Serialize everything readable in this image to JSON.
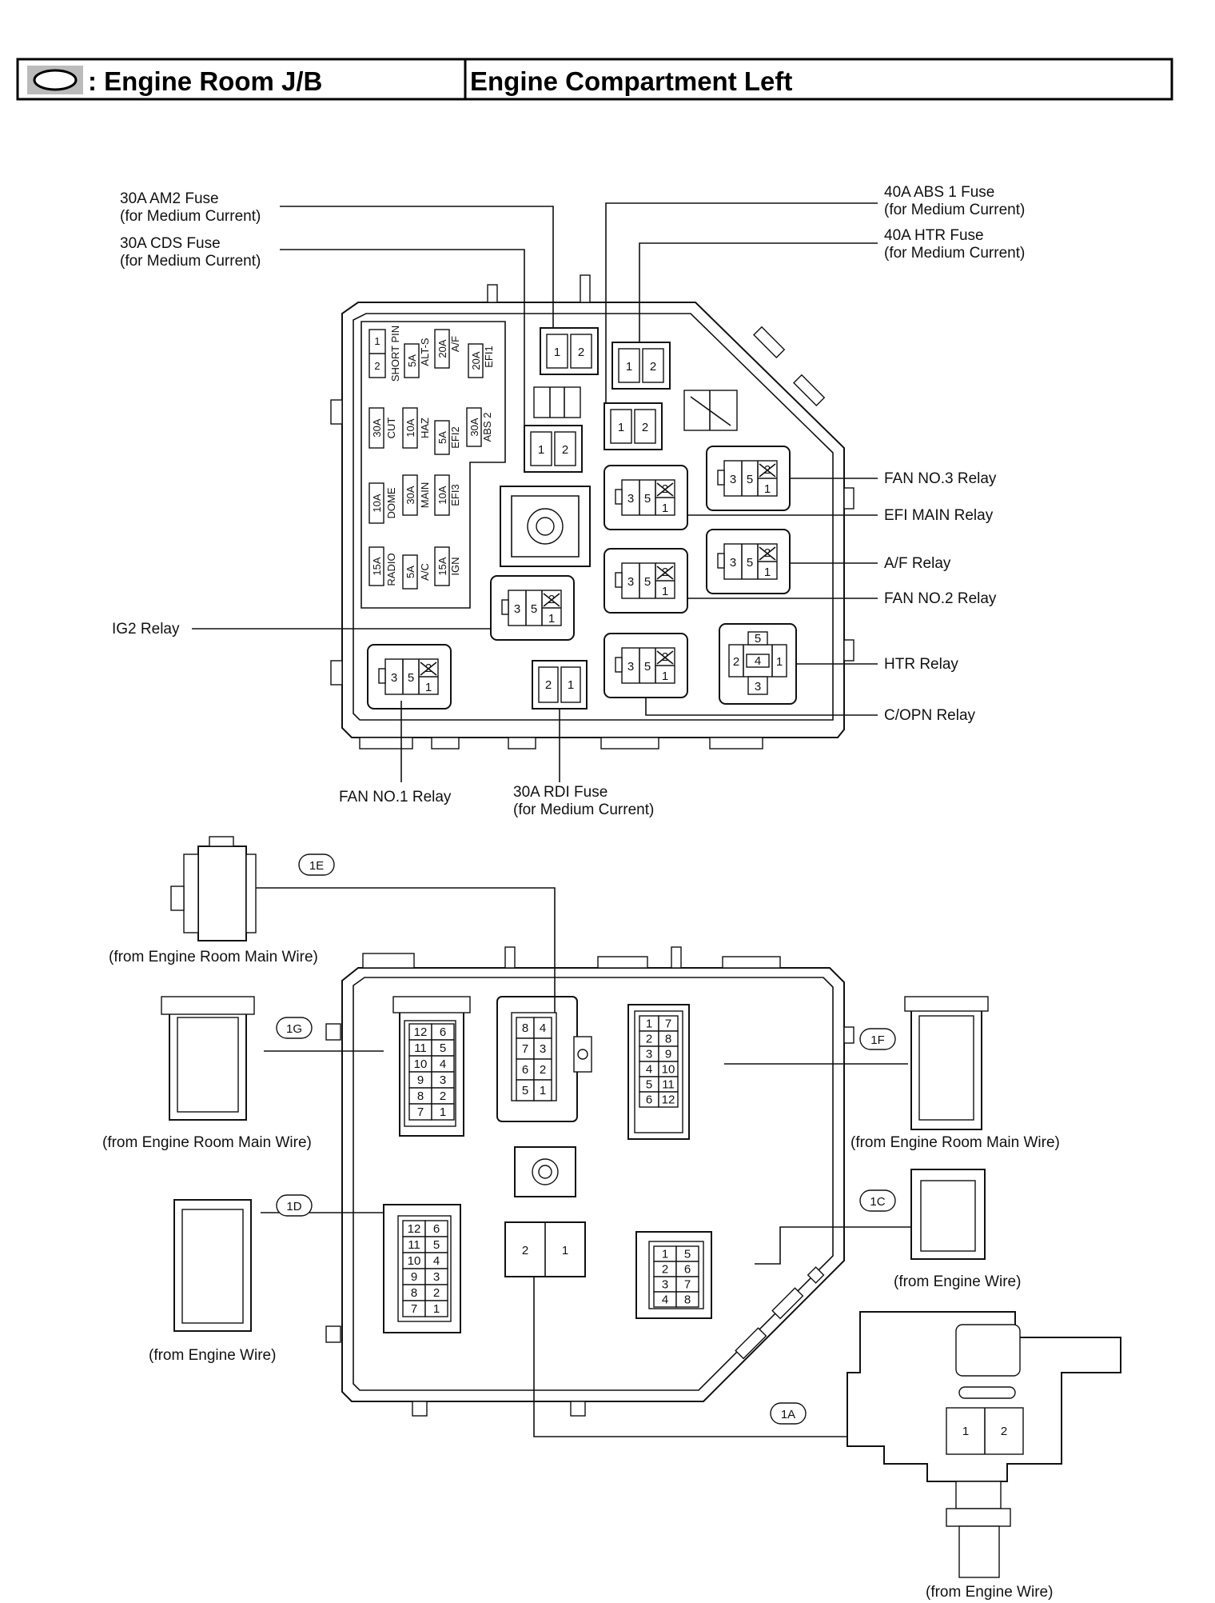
{
  "header": {
    "title_left": ": Engine Room J/B",
    "title_right": "Engine Compartment Left"
  },
  "top_labels": {
    "am2_fuse": "30A AM2 Fuse",
    "am2_sub": "(for Medium Current)",
    "cds_fuse": "30A CDS Fuse",
    "cds_sub": "(for Medium Current)",
    "abs1_fuse": "40A ABS 1 Fuse",
    "abs1_sub": "(for Medium Current)",
    "htr_fuse": "40A HTR Fuse",
    "htr_sub": "(for Medium Current)",
    "fan3_relay": "FAN NO.3 Relay",
    "efi_main_relay": "EFI MAIN Relay",
    "af_relay": "A/F Relay",
    "fan2_relay": "FAN NO.2 Relay",
    "ig2_relay": "IG2 Relay",
    "htr_relay": "HTR Relay",
    "copn_relay": "C/OPN Relay",
    "fan1_relay": "FAN NO.1 Relay",
    "rdi_fuse": "30A RDI Fuse",
    "rdi_sub": "(for Medium Current)"
  },
  "fuse_block": {
    "pin1": "1",
    "pin2": "2",
    "short_pin": "SHORT PIN",
    "f5a_alts_val": "5A",
    "f5a_alts_name": "ALT-S",
    "f20a_af_val": "20A",
    "f20a_af_name": "A/F",
    "f20a_efi1_val": "20A",
    "f20a_efi1_name": "EFI1",
    "f30a_cut_val": "30A",
    "f30a_cut_name": "CUT",
    "f10a_haz_val": "10A",
    "f10a_haz_name": "HAZ",
    "f5a_efi2_val": "5A",
    "f5a_efi2_name": "EFI2",
    "f30a_abs2_val": "30A",
    "f30a_abs2_name": "ABS 2",
    "f10a_dome_val": "10A",
    "f10a_dome_name": "DOME",
    "f30a_main_val": "30A",
    "f30a_main_name": "MAIN",
    "f10a_efi3_val": "10A",
    "f10a_efi3_name": "EFI3",
    "f15a_radio_val": "15A",
    "f15a_radio_name": "RADIO",
    "f5a_ac_val": "5A",
    "f5a_ac_name": "A/C",
    "f15a_ign_val": "15A",
    "f15a_ign_name": "IGN"
  },
  "relay_pins": {
    "p1": "1",
    "p2": "2",
    "p3": "3",
    "p4": "4",
    "p5": "5"
  },
  "connectors": {
    "c1E": "1E",
    "c1G": "1G",
    "c1D": "1D",
    "c1F": "1F",
    "c1C": "1C",
    "c1A": "1A",
    "from_main_1": "(from Engine Room Main Wire)",
    "from_main_2": "(from Engine Room Main Wire)",
    "from_main_3": "(from Engine Room Main Wire)",
    "from_engine_1": "(from Engine Wire)",
    "from_engine_2": "(from Engine Wire)",
    "from_engine_3": "(from Engine Wire)"
  },
  "pins": {
    "p1": "1",
    "p2": "2",
    "p3": "3",
    "p4": "4",
    "p5": "5",
    "p6": "6",
    "p7": "7",
    "p8": "8",
    "p9": "9",
    "p10": "10",
    "p11": "11",
    "p12": "12"
  }
}
